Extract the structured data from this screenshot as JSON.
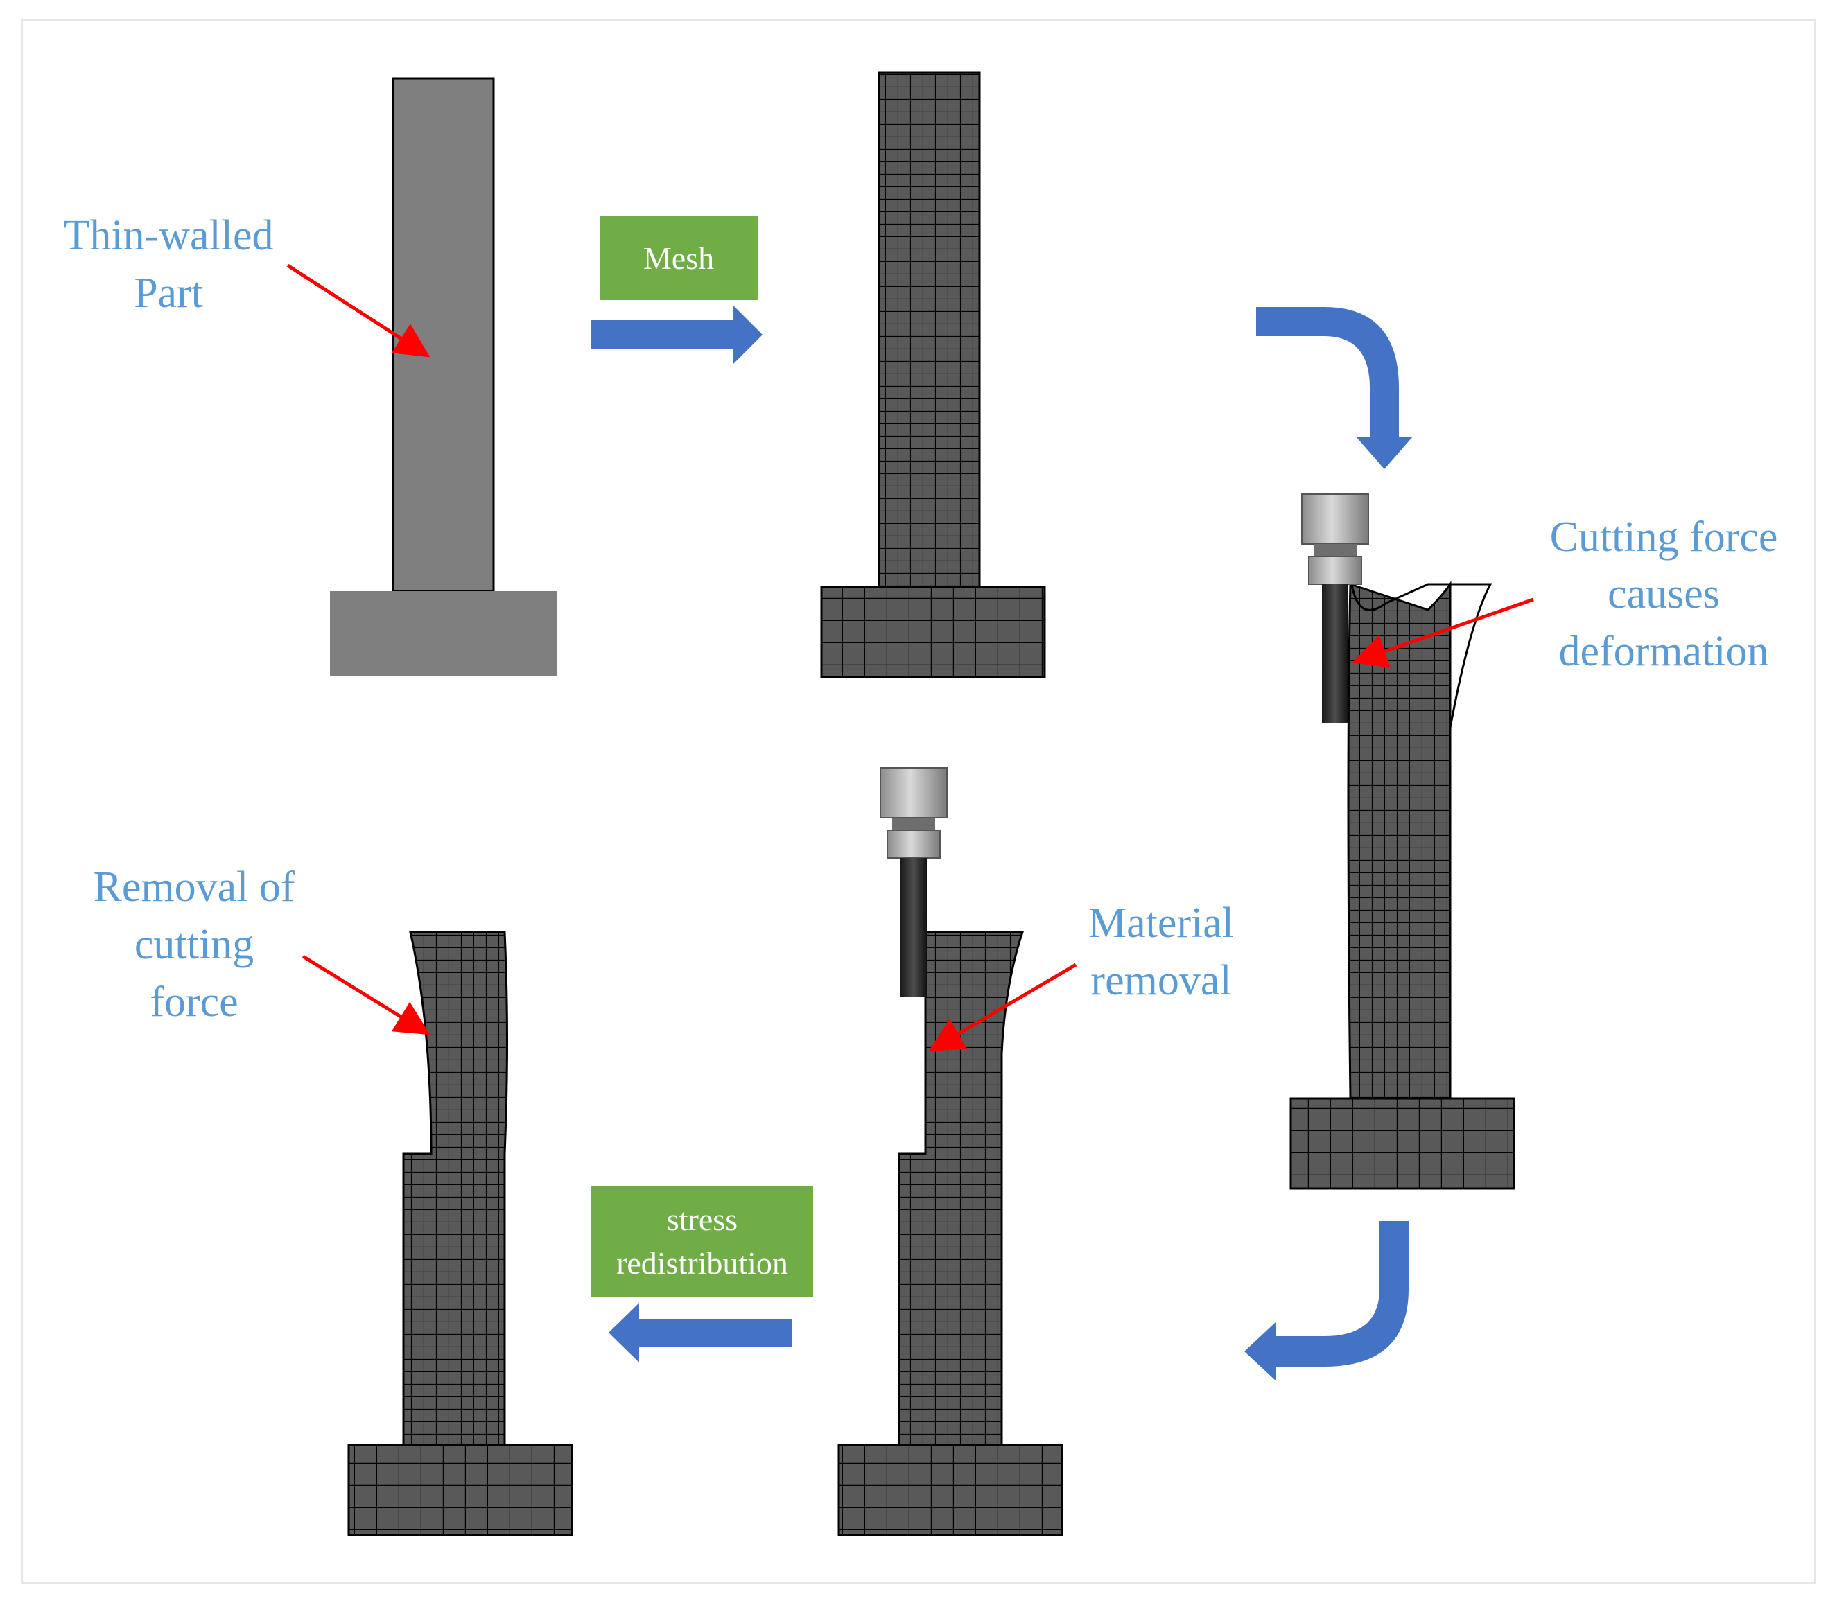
{
  "labels": {
    "thin_walled_part_line1": "Thin-walled",
    "thin_walled_part_line2": "Part",
    "mesh": "Mesh",
    "cutting_force_line1": "Cutting force",
    "cutting_force_line2": "causes",
    "cutting_force_line3": "deformation",
    "material_removal_line1": "Material",
    "material_removal_line2": "removal",
    "removal_cutting_force_line1": "Removal of",
    "removal_cutting_force_line2": "cutting",
    "removal_cutting_force_line3": "force",
    "stress_redistribution_line1": "stress",
    "stress_redistribution_line2": "redistribution"
  },
  "colors": {
    "label_text": "#5b9bd5",
    "flow_arrow": "#4472c4",
    "step_box": "#70ad47",
    "pointer_arrow": "#ff0000",
    "solid_part": "#7f7f7f",
    "mesh_fill": "#595959",
    "mesh_line": "#000000"
  },
  "icons": [
    "solid-part",
    "meshed-part",
    "milling-tool",
    "flow-arrow",
    "pointer-arrow"
  ]
}
